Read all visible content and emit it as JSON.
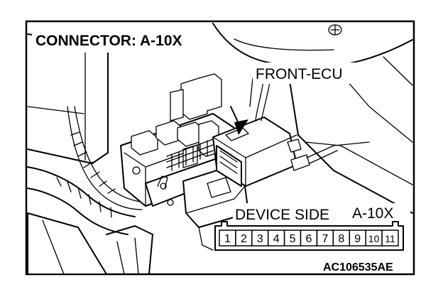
{
  "labels": {
    "connector_title": "CONNECTOR: A-10X",
    "component_label": "FRONT-ECU",
    "device_side_label": "DEVICE SIDE",
    "device_side_code": "A-10X",
    "figure_code": "AC106535AE"
  },
  "connector_pins": [
    "1",
    "2",
    "3",
    "4",
    "5",
    "6",
    "7",
    "8",
    "9",
    "10",
    "11"
  ]
}
